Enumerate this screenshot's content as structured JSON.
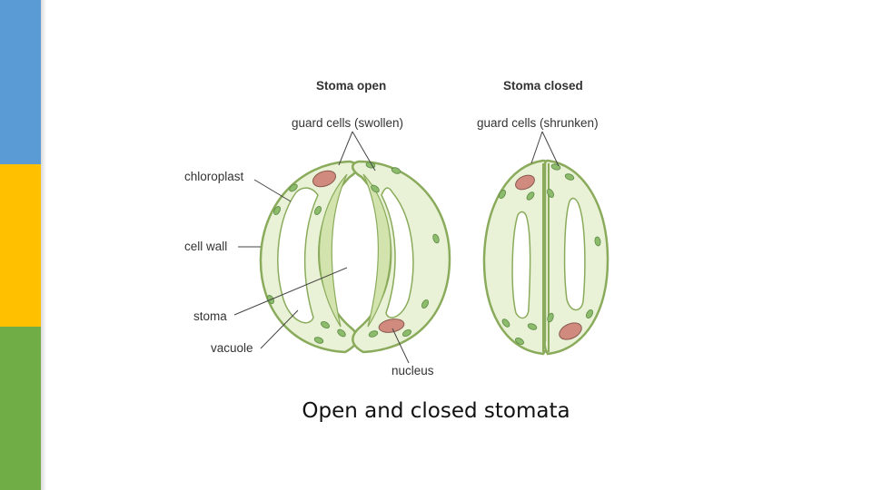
{
  "slide": {
    "accent_colors": {
      "blue": "#5b9bd5",
      "yellow": "#ffc000",
      "green": "#70ad47"
    },
    "caption": "Open and closed stomata"
  },
  "diagram": {
    "title_open": "Stoma open",
    "title_closed": "Stoma closed",
    "labels": {
      "guard_cells_swollen": "guard cells (swollen)",
      "guard_cells_shrunken": "guard cells (shrunken)",
      "chloroplast": "chloroplast",
      "cell_wall": "cell wall",
      "stoma": "stoma",
      "vacuole": "vacuole",
      "nucleus": "nucleus"
    },
    "colors": {
      "cell_fill": "#e9f2d6",
      "cell_wall": "#8aab5c",
      "chloroplast": "#8cbb6c",
      "nucleus": "#d08a7e",
      "vacuole": "#ffffff"
    }
  }
}
